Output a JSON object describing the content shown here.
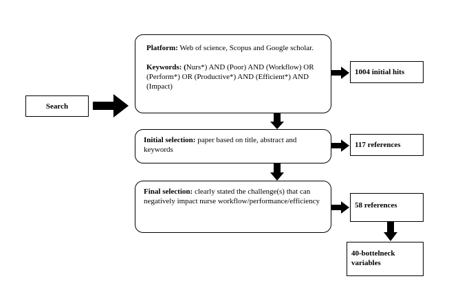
{
  "search": {
    "label": "Search"
  },
  "platform": {
    "label": "Platform:",
    "text": " Web of science, Scopus and Google scholar."
  },
  "keywords": {
    "label": "Keywords: (",
    "text": "Nurs*) AND (Poor) AND (Workflow) OR (Perform*) OR (Productive*) AND (Efficient*) AND (Impact)"
  },
  "initial_selection": {
    "label": "Initial selection:",
    "text": " paper based on title, abstract and keywords"
  },
  "final_selection": {
    "label": "Final selection:",
    "text": " clearly stated the challenge(s) that can negatively impact nurse workflow/performance/efficiency"
  },
  "results": {
    "initial_hits": "1004 initial hits",
    "references_117": "117 references",
    "references_58": "58 references",
    "bottleneck": "40-bottelneck variables"
  }
}
